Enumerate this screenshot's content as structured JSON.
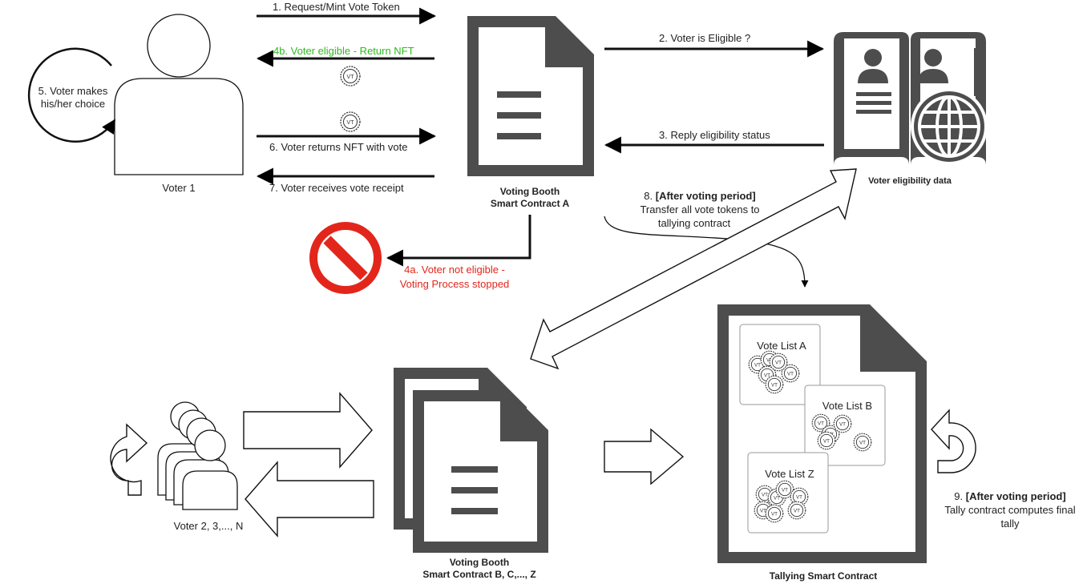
{
  "voter1": {
    "label": "Voter 1",
    "choice": "5. Voter makes\nhis/her choice"
  },
  "steps": {
    "s1": "1. Request/Mint Vote Token",
    "s4b": "4b. Voter eligible - Return NFT",
    "s6": "6. Voter returns NFT with vote",
    "s7": "7. Voter receives vote receipt",
    "s2": "2. Voter is Eligible ?",
    "s3": "3. Reply eligibility status",
    "s4a_line1": "4a. Voter not eligible -",
    "s4a_line2": "Voting Process stopped",
    "s8_num": "8. ",
    "s8_bold": "[After voting period]",
    "s8_line2": "Transfer all vote tokens to",
    "s8_line3": "tallying contract",
    "s9_num": "9. ",
    "s9_bold": "[After voting period]",
    "s9_line2": "Tally contract computes final",
    "s9_line3": "tally"
  },
  "booth_a": {
    "line1": "Voting Booth",
    "line2": "Smart Contract A"
  },
  "eligibility": {
    "label": "Voter eligibility data"
  },
  "voters_n": {
    "label": "Voter 2, 3,..., N"
  },
  "booth_bz": {
    "line1": "Voting Booth",
    "line2": "Smart Contract B, C,..., Z"
  },
  "tally": {
    "label": "Tallying Smart Contract",
    "lists": [
      "Vote List A",
      "Vote List B",
      "Vote List Z"
    ]
  },
  "token_text": "VT",
  "colors": {
    "eligible_green": "#2dbb1f",
    "stop_red": "#e3261b",
    "ink": "#444444",
    "doc_gray": "#4d4d4d"
  }
}
